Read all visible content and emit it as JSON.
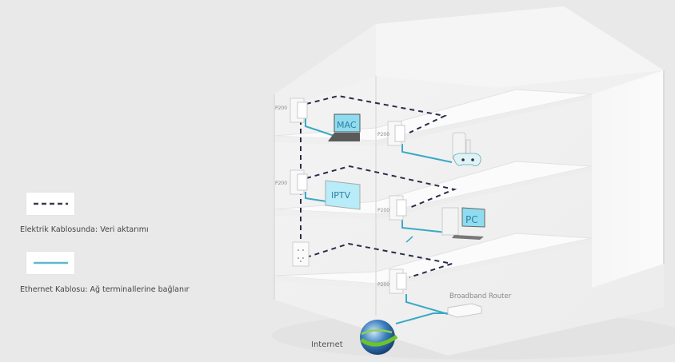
{
  "legend": {
    "powerline": {
      "label": "Elektrik Kablosunda: Veri aktarımı",
      "icon": "dashed-line-icon",
      "color": "#2a2d4a"
    },
    "ethernet": {
      "label": "Ethernet Kablosu: Ağ terminallerine bağlanır",
      "icon": "solid-line-icon",
      "color": "#3aa9c4"
    }
  },
  "adapters": [
    {
      "label": "P200"
    },
    {
      "label": "P200"
    },
    {
      "label": "P200"
    },
    {
      "label": "P200"
    },
    {
      "label": "P200"
    }
  ],
  "devices": {
    "mac": "MAC",
    "iptv": "IPTV",
    "pc": "PC",
    "router": "Broadband Router",
    "internet": "Internet"
  },
  "colors": {
    "background": "#e9e9e9",
    "powerline": "#2a2d4a",
    "ethernet": "#3aa9c4",
    "screen": "#8fdcf0"
  }
}
